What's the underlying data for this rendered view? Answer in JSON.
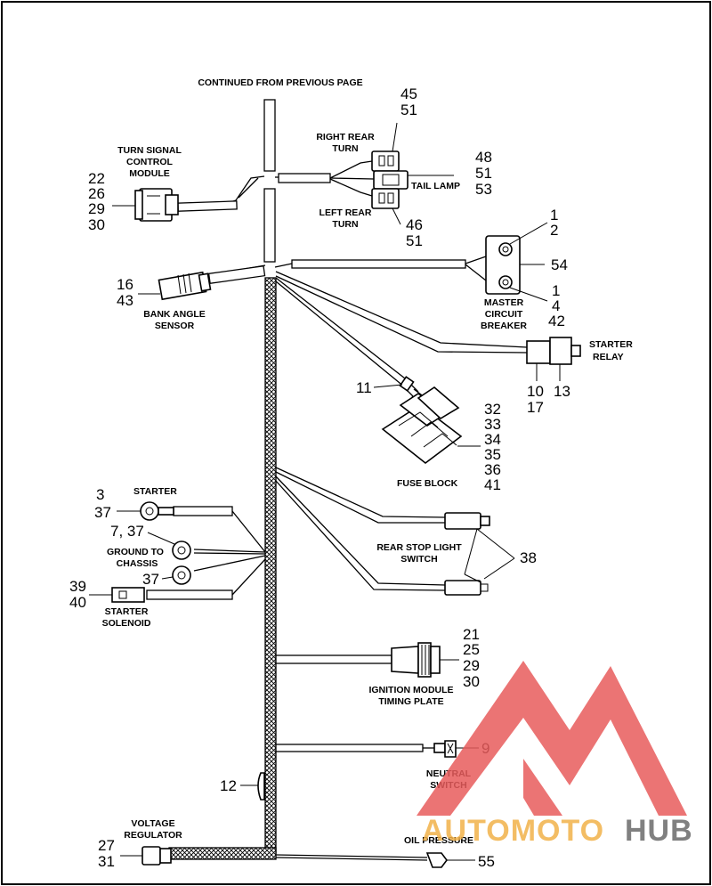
{
  "header": {
    "continued": "CONTINUED FROM PREVIOUS PAGE"
  },
  "labels": {
    "turn_signal": [
      "TURN SIGNAL",
      "CONTROL",
      "MODULE"
    ],
    "right_rear_turn": [
      "RIGHT REAR",
      "TURN"
    ],
    "tail_lamp": "TAIL LAMP",
    "left_rear_turn": [
      "LEFT REAR",
      "TURN"
    ],
    "bank_angle": [
      "BANK ANGLE",
      "SENSOR"
    ],
    "master_breaker": [
      "MASTER",
      "CIRCUIT",
      "BREAKER"
    ],
    "starter_relay": [
      "STARTER",
      "RELAY"
    ],
    "fuse_block": "FUSE BLOCK",
    "starter": "STARTER",
    "ground_chassis": [
      "GROUND TO",
      "CHASSIS"
    ],
    "starter_solenoid": [
      "STARTER",
      "SOLENOID"
    ],
    "rear_stop_light": [
      "REAR STOP LIGHT",
      "SWITCH"
    ],
    "ignition_module": [
      "IGNITION MODULE",
      "TIMING PLATE"
    ],
    "neutral_switch": [
      "NEUTRAL",
      "SWITCH"
    ],
    "voltage_regulator": [
      "VOLTAGE",
      "REGULATOR"
    ],
    "oil_pressure": "OIL PRESSURE"
  },
  "callouts": {
    "right_rear_turn": [
      "45",
      "51"
    ],
    "tail_lamp": [
      "48",
      "51",
      "53"
    ],
    "left_rear_turn": [
      "46",
      "51"
    ],
    "turn_signal": [
      "22",
      "26",
      "29",
      "30"
    ],
    "breaker_top": [
      "1",
      "2"
    ],
    "breaker_side": "54",
    "breaker_bottom": [
      "1",
      "4",
      "42"
    ],
    "bank_angle": [
      "16",
      "43"
    ],
    "relay_left": [
      "10",
      "17"
    ],
    "relay_right": "13",
    "fuse_clip": "11",
    "fuse_block": [
      "32",
      "33",
      "34",
      "35",
      "36",
      "41"
    ],
    "starter": [
      "3",
      "37"
    ],
    "ground_top": "7, 37",
    "ground_bottom": "37",
    "solenoid": [
      "39",
      "40"
    ],
    "stop_light": "38",
    "ignition": [
      "21",
      "25",
      "29",
      "30"
    ],
    "neutral": "9",
    "clip": "12",
    "regulator": [
      "27",
      "31"
    ],
    "oil_pressure": "55"
  },
  "watermark": {
    "text_a": "AUTOMOTO",
    "text_b": "HUB",
    "color_red": "#e85c5c",
    "color_gold": "#f2b24a",
    "color_gray": "#6b6b6b"
  }
}
